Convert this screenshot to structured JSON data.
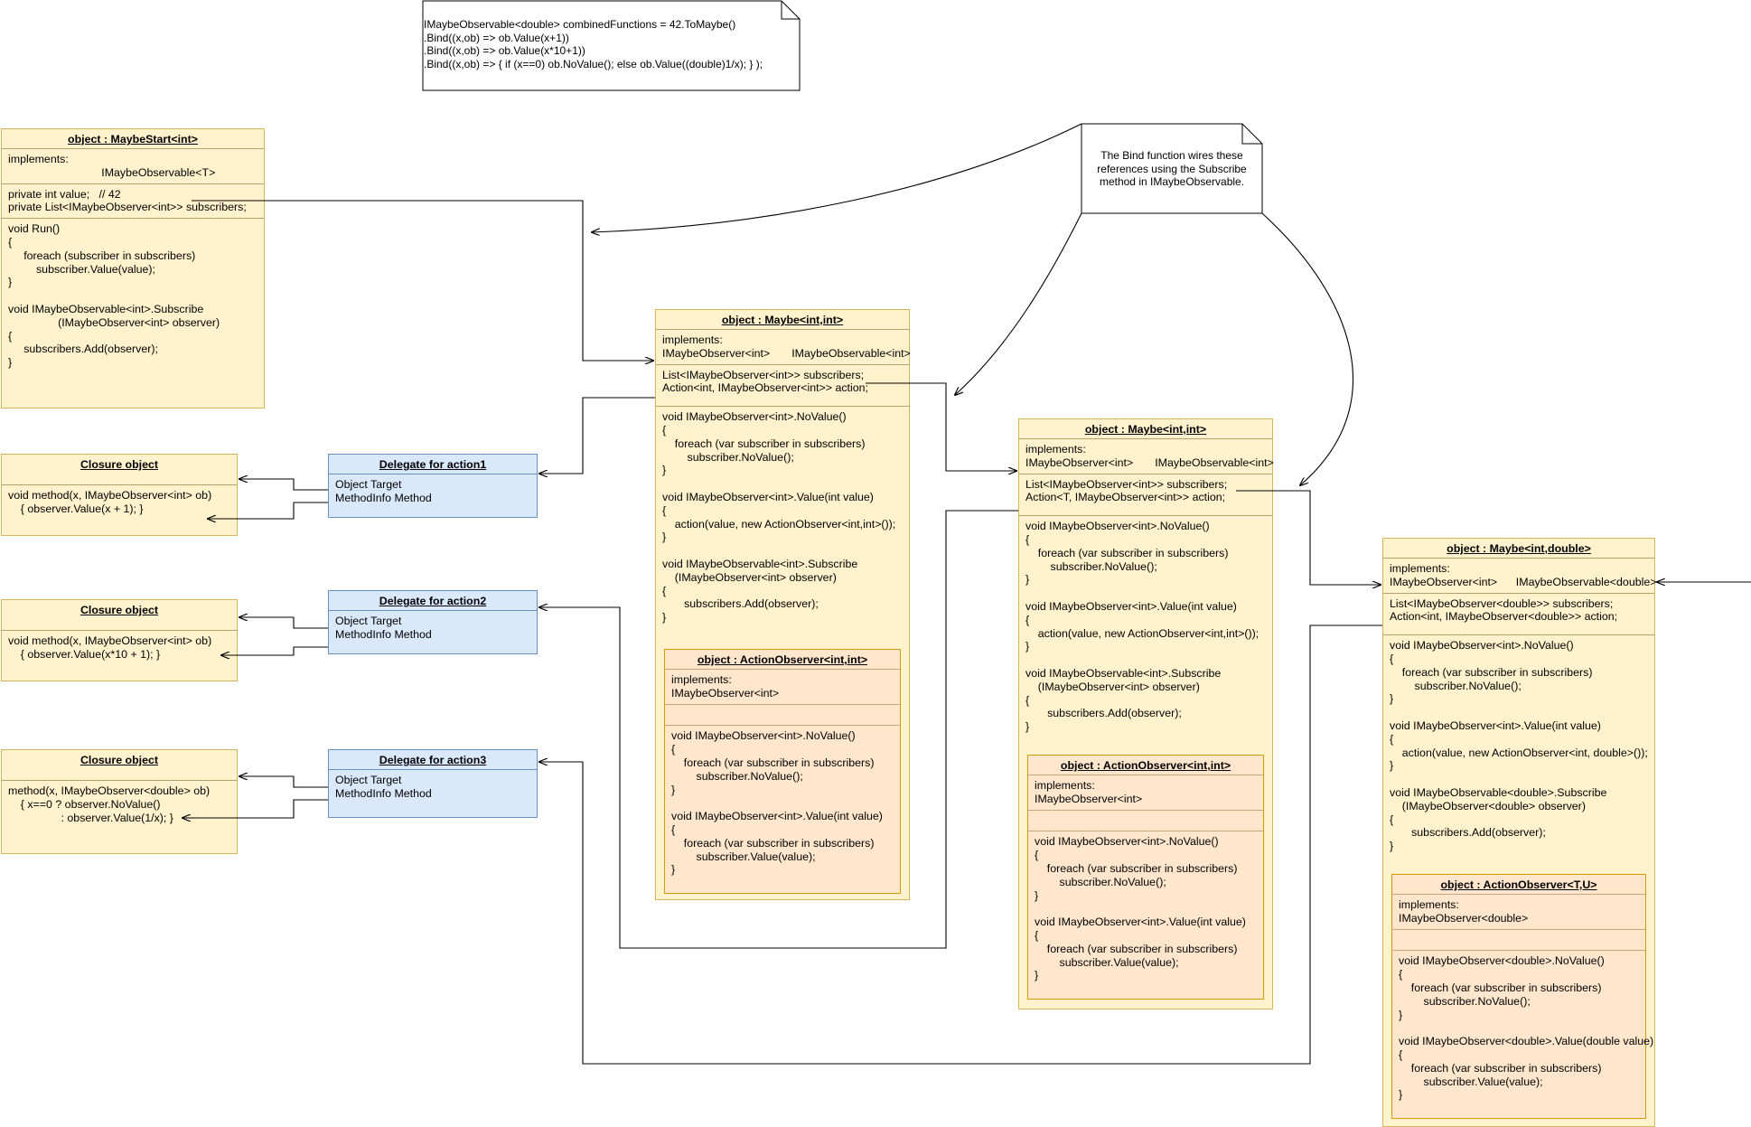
{
  "note_code": {
    "text": "IMaybeObservable<double> combinedFunctions = 42.ToMaybe()\n.Bind((x,ob) => ob.Value(x+1))\n.Bind((x,ob) => ob.Value(x*10+1))\n.Bind((x,ob) => { if (x==0) ob.NoValue(); else ob.Value((double)1/x); } );"
  },
  "note_bind": {
    "text": "The Bind function wires these\nreferences using the Subscribe\nmethod in IMaybeObservable."
  },
  "maybe_start": {
    "title": "object : MaybeStart<int>",
    "implements": "implements:\n                              IMaybeObservable<T>",
    "fields": "private int value;   // 42\nprivate List<IMaybeObserver<int>> subscribers;",
    "methods": "void Run()\n{\n     foreach (subscriber in subscribers)\n         subscriber.Value(value);\n}\n\nvoid IMaybeObservable<int>.Subscribe\n                (IMaybeObserver<int> observer)\n{\n     subscribers.Add(observer);\n}"
  },
  "closure1": {
    "title": "Closure object",
    "body": "void method(x, IMaybeObserver<int> ob)\n    { observer.Value(x + 1); }"
  },
  "closure2": {
    "title": "Closure object",
    "body": "void method(x, IMaybeObserver<int> ob)\n    { observer.Value(x*10 + 1); }"
  },
  "closure3": {
    "title": "Closure object",
    "body": "method(x, IMaybeObserver<double> ob)\n    { x==0 ? observer.NoValue()\n                 : observer.Value(1/x); }"
  },
  "delegate1": {
    "title": "Delegate for action1",
    "body": "Object Target\nMethodInfo Method"
  },
  "delegate2": {
    "title": "Delegate for action2",
    "body": "Object Target\nMethodInfo Method"
  },
  "delegate3": {
    "title": "Delegate for action3",
    "body": "Object Target\nMethodInfo Method"
  },
  "maybe1": {
    "title": "object : Maybe<int,int>",
    "implements": "implements:\nIMaybeObserver<int>       IMaybeObservable<int>",
    "fields": "List<IMaybeObserver<int>> subscribers;\nAction<int, IMaybeObserver<int>> action;",
    "methods": "void IMaybeObserver<int>.NoValue()\n{\n    foreach (var subscriber in subscribers)\n        subscriber.NoValue();\n}\n\nvoid IMaybeObserver<int>.Value(int value)\n{\n    action(value, new ActionObserver<int,int>());\n}\n\nvoid IMaybeObservable<int>.Subscribe\n    (IMaybeObserver<int> observer)\n{\n       subscribers.Add(observer);\n}",
    "inner": {
      "title": "object : ActionObserver<int,int>",
      "implements": "implements:\nIMaybeObserver<int>",
      "empty": " ",
      "methods": "void IMaybeObserver<int>.NoValue()\n{\n    foreach (var subscriber in subscribers)\n        subscriber.NoValue();\n}\n\nvoid IMaybeObserver<int>.Value(int value)\n{\n    foreach (var subscriber in subscribers)\n        subscriber.Value(value);\n}"
    }
  },
  "maybe2": {
    "title": "object : Maybe<int,int>",
    "implements": "implements:\nIMaybeObserver<int>       IMaybeObservable<int>",
    "fields": "List<IMaybeObserver<int>> subscribers;\nAction<T, IMaybeObserver<int>> action;",
    "methods": "void IMaybeObserver<int>.NoValue()\n{\n    foreach (var subscriber in subscribers)\n        subscriber.NoValue();\n}\n\nvoid IMaybeObserver<int>.Value(int value)\n{\n    action(value, new ActionObserver<int,int>());\n}\n\nvoid IMaybeObservable<int>.Subscribe\n    (IMaybeObserver<int> observer)\n{\n       subscribers.Add(observer);\n}",
    "inner": {
      "title": "object : ActionObserver<int,int>",
      "implements": "implements:\nIMaybeObserver<int>",
      "empty": " ",
      "methods": "void IMaybeObserver<int>.NoValue()\n{\n    foreach (var subscriber in subscribers)\n        subscriber.NoValue();\n}\n\nvoid IMaybeObserver<int>.Value(int value)\n{\n    foreach (var subscriber in subscribers)\n        subscriber.Value(value);\n}"
    }
  },
  "maybe3": {
    "title": "object : Maybe<int,double>",
    "implements": "implements:\nIMaybeObserver<int>      IMaybeObservable<double>",
    "fields": "List<IMaybeObserver<double>> subscribers;\nAction<int, IMaybeObserver<double>> action;",
    "methods": "void IMaybeObserver<int>.NoValue()\n{\n    foreach (var subscriber in subscribers)\n        subscriber.NoValue();\n}\n\nvoid IMaybeObserver<int>.Value(int value)\n{\n    action(value, new ActionObserver<int, double>());\n}\n\nvoid IMaybeObservable<double>.Subscribe\n    (IMaybeObserver<double> observer)\n{\n       subscribers.Add(observer);\n}",
    "inner": {
      "title": "object : ActionObserver<T,U>",
      "implements": "implements:\nIMaybeObserver<double>",
      "empty": " ",
      "methods": "void IMaybeObserver<double>.NoValue()\n{\n    foreach (var subscriber in subscribers)\n        subscriber.NoValue();\n}\n\nvoid IMaybeObserver<double>.Value(double value)\n{\n    foreach (var subscriber in subscribers)\n        subscriber.Value(value);\n}"
    }
  },
  "colors": {
    "object_fill": "#fff2cc",
    "object_border": "#d6b656",
    "delegate_fill": "#dae8fc",
    "delegate_border": "#6c8ebf",
    "inner_fill": "#ffe6cc",
    "inner_border": "#d79b00",
    "wire": "#000000"
  }
}
